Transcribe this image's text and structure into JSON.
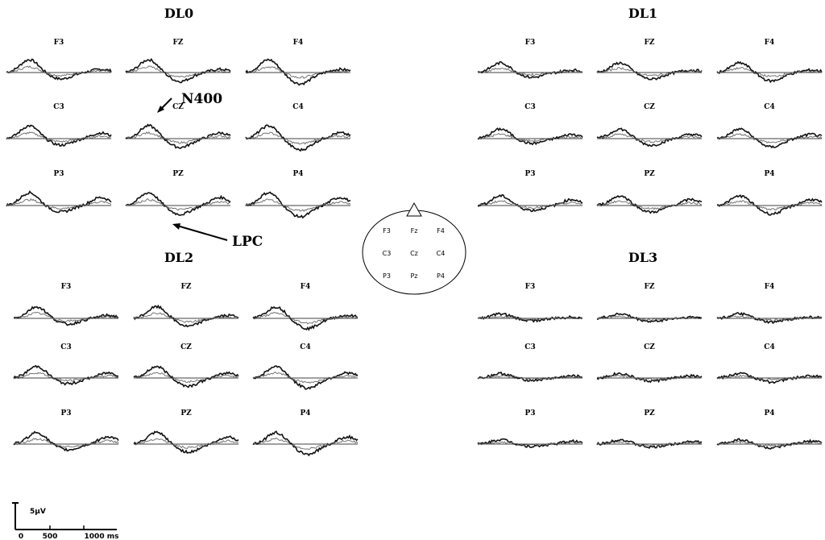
{
  "panels": [
    {
      "id": "dl0",
      "title": "DL0",
      "amp": 1.0
    },
    {
      "id": "dl1",
      "title": "DL1",
      "amp": 0.75
    },
    {
      "id": "dl2",
      "title": "DL2",
      "amp": 0.9
    },
    {
      "id": "dl3",
      "title": "DL3",
      "amp": 0.35
    }
  ],
  "electrodes": [
    "F3",
    "FZ",
    "F4",
    "C3",
    "CZ",
    "C4",
    "P3",
    "PZ",
    "P4"
  ],
  "head_map": {
    "labels": [
      "F3",
      "Fz",
      "F4",
      "C3",
      "Cz",
      "C4",
      "P3",
      "Pz",
      "P4"
    ]
  },
  "annotations": {
    "n400": "N400",
    "lpc": "LPC"
  },
  "scale_bar": {
    "amplitude": "5μV",
    "ticks": [
      "0",
      "500",
      "1000 ms"
    ]
  }
}
